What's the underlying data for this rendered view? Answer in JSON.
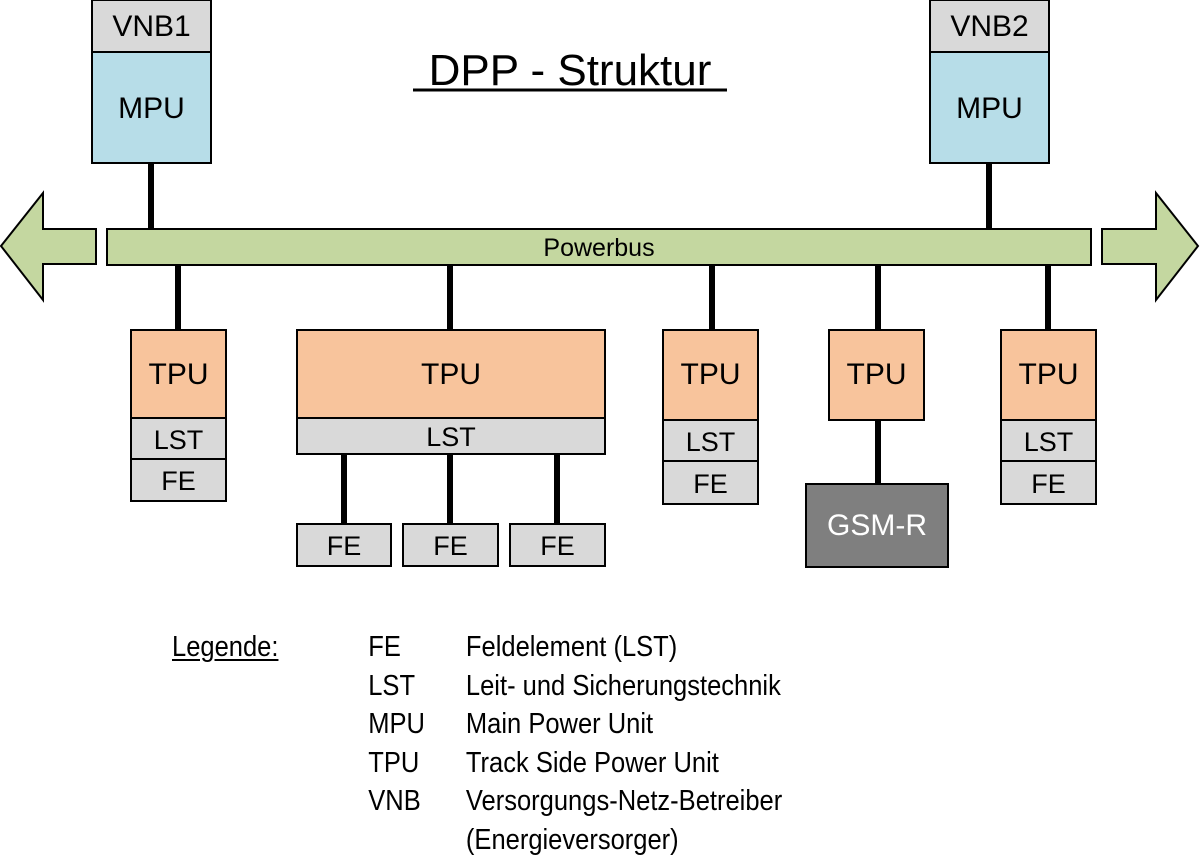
{
  "title": "DPP - Struktur",
  "bus": {
    "label": "Powerbus"
  },
  "colors": {
    "mpu": "#B7DDE8",
    "vnb": "#D9D9D9",
    "tpu": "#F8C49C",
    "lst": "#D9D9D9",
    "fe": "#D9D9D9",
    "gsm": "#7F7F7F",
    "bus": "#C4D7A0",
    "stroke": "#000000"
  },
  "supplies": [
    {
      "vnb": "VNB1",
      "unit": "MPU"
    },
    {
      "vnb": "VNB2",
      "unit": "MPU"
    }
  ],
  "nodes": [
    {
      "tpu": "TPU",
      "lst": "LST",
      "fe": "FE"
    },
    {
      "tpu": "TPU",
      "lst": "LST",
      "fe_children": [
        "FE",
        "FE",
        "FE"
      ]
    },
    {
      "tpu": "TPU",
      "lst": "LST",
      "fe": "FE"
    },
    {
      "tpu": "TPU",
      "child": "GSM-R"
    },
    {
      "tpu": "TPU",
      "lst": "LST",
      "fe": "FE"
    }
  ],
  "legend": {
    "heading": "Legende:",
    "entries": [
      {
        "abbr": "FE",
        "desc": "Feldelement (LST)"
      },
      {
        "abbr": "LST",
        "desc": "Leit- und Sicherungstechnik"
      },
      {
        "abbr": "MPU",
        "desc": "Main Power Unit"
      },
      {
        "abbr": "TPU",
        "desc": "Track Side Power Unit"
      },
      {
        "abbr": "VNB",
        "desc": "Versorgungs-Netz-Betreiber"
      },
      {
        "abbr": "",
        "desc": "(Energieversorger)"
      }
    ]
  }
}
